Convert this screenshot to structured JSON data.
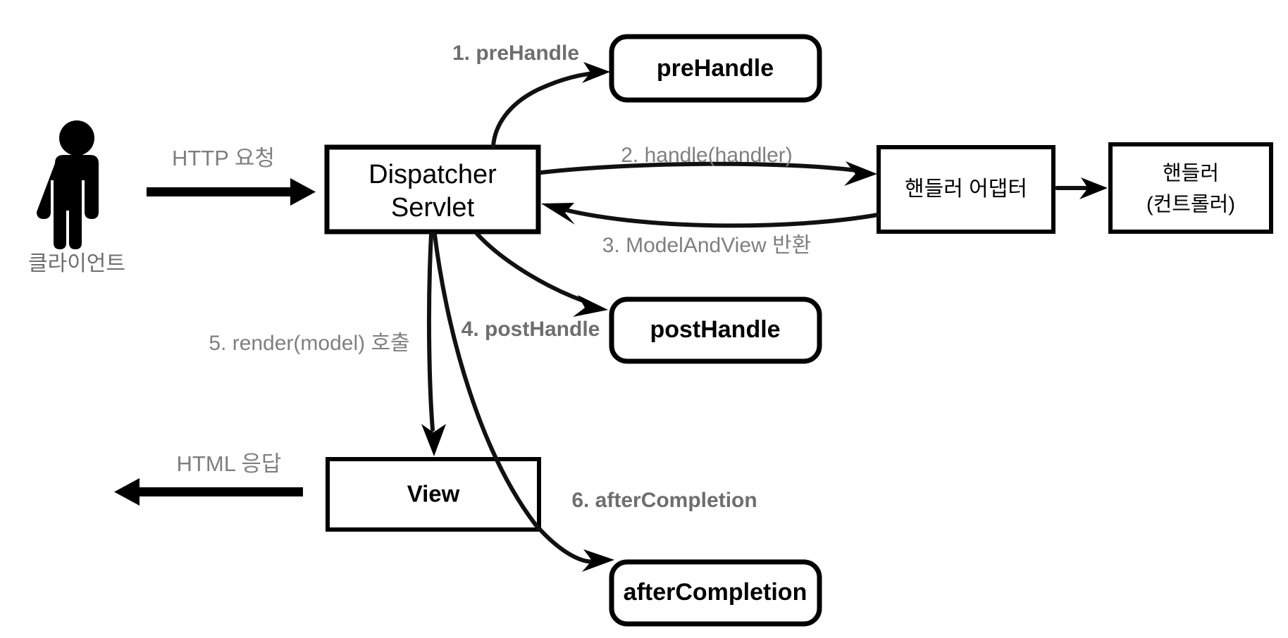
{
  "diagram": {
    "title": "Spring MVC Interceptor Flow",
    "background_color": "#ffffff",
    "label_gray": "#7f7f7f",
    "label_gray_bold": "#6e6e6e",
    "stroke_color": "#111111"
  },
  "actor": {
    "icon": "person-icon",
    "label": "클라이언트"
  },
  "nodes": {
    "dispatcher": {
      "line1": "Dispatcher",
      "line2": "Servlet",
      "shape": "rectangle"
    },
    "prehandle": {
      "label": "preHandle",
      "shape": "rounded-rectangle"
    },
    "posthandle": {
      "label": "postHandle",
      "shape": "rounded-rectangle"
    },
    "aftercompletion": {
      "label": "afterCompletion",
      "shape": "rounded-rectangle"
    },
    "handler_adapter": {
      "label": "핸들러 어댑터",
      "shape": "rectangle"
    },
    "handler_controller": {
      "line1": "핸들러",
      "line2": "(컨트롤러)",
      "shape": "rectangle"
    },
    "view": {
      "label": "View",
      "shape": "rectangle"
    }
  },
  "edges": {
    "http_request": "HTTP 요청",
    "step1": "1. preHandle",
    "step2": "2. handle(handler)",
    "step3": "3. ModelAndView 반환",
    "step4": "4. postHandle",
    "step5": "5. render(model) 호출",
    "step6": "6. afterCompletion",
    "http_response": "HTML 응답"
  }
}
